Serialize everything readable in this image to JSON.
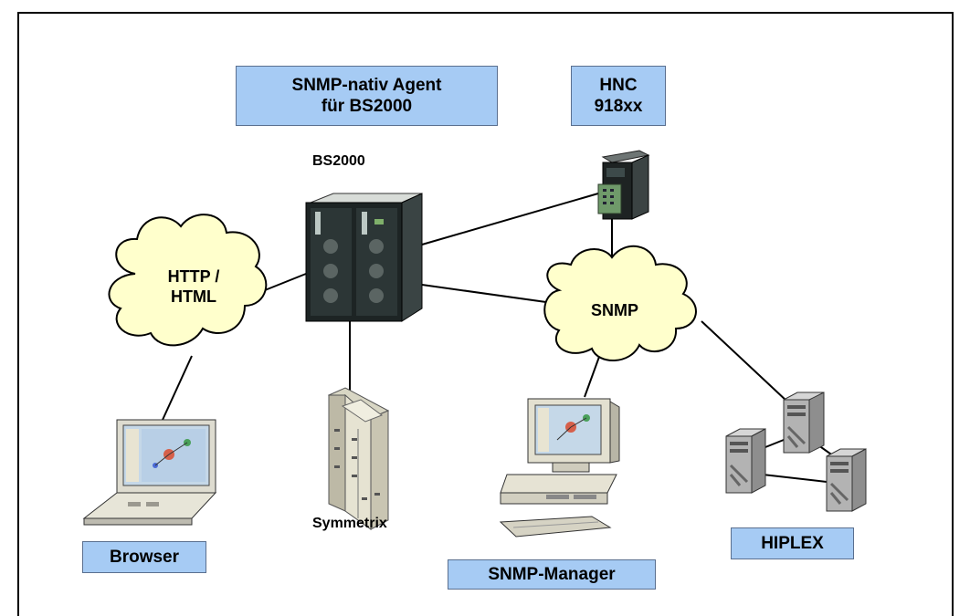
{
  "labels": {
    "agent_line1": "SNMP-nativ Agent",
    "agent_line2": "für BS2000",
    "hnc_line1": "HNC",
    "hnc_line2": "918xx",
    "bs2000": "BS2000",
    "http_line1": "HTTP /",
    "http_line2": "HTML",
    "snmp": "SNMP",
    "symmetrix": "Symmetrix",
    "browser": "Browser",
    "snmp_manager": "SNMP-Manager",
    "hiplex": "HIPLEX"
  },
  "colors": {
    "label_fill": "#a6cbf4",
    "cloud_fill": "#ffffcc"
  }
}
